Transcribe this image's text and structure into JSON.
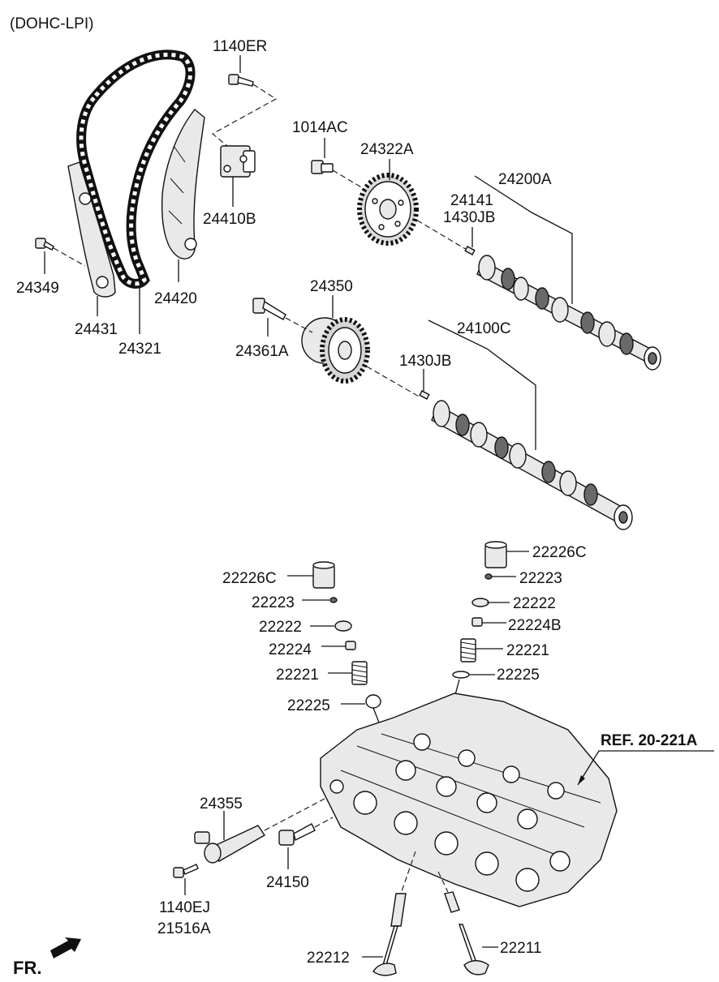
{
  "diagram": {
    "title": "(DOHC-LPI)",
    "front_label": "FR.",
    "ref_label": "REF. 20-221A",
    "parts": {
      "p1140ER": "1140ER",
      "p1014AC": "1014AC",
      "p24322A": "24322A",
      "p24200A": "24200A",
      "p24141": "24141",
      "p1430JB_top": "1430JB",
      "p24410B": "24410B",
      "p24349": "24349",
      "p24420": "24420",
      "p24431": "24431",
      "p24321": "24321",
      "p24350": "24350",
      "p24361A": "24361A",
      "p24100C": "24100C",
      "p1430JB_low": "1430JB",
      "p22226C_r": "22226C",
      "p22226C_l": "22226C",
      "p22223_r": "22223",
      "p22223_l": "22223",
      "p22222_r": "22222",
      "p22222_l": "22222",
      "p22224B": "22224B",
      "p22224": "22224",
      "p22221_r": "22221",
      "p22221_l": "22221",
      "p22225_r": "22225",
      "p22225_l": "22225",
      "p24355": "24355",
      "p24150": "24150",
      "p1140EJ": "1140EJ",
      "p21516A": "21516A",
      "p22212": "22212",
      "p22211": "22211"
    }
  }
}
